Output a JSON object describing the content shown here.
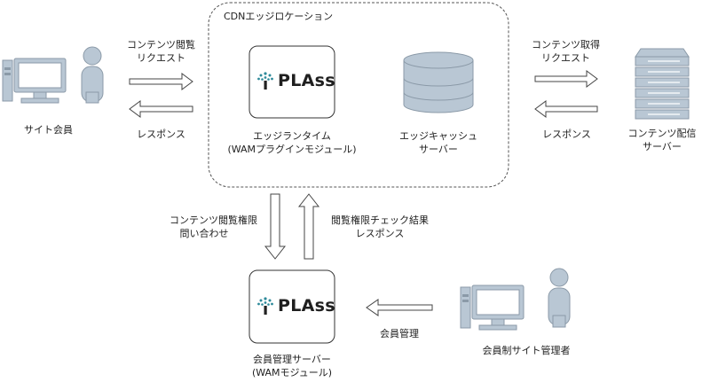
{
  "cdn_zone": {
    "title": "CDNエッジロケーション"
  },
  "site_member": {
    "label": "サイト会員"
  },
  "content_request": {
    "line1": "コンテンツ閲覧",
    "line2": "リクエスト"
  },
  "response_left": {
    "label": "レスポンス"
  },
  "edge_runtime": {
    "logo_text": "PLAss",
    "line1": "エッジランタイム",
    "line2": "(WAMプラグインモジュール)"
  },
  "edge_cache": {
    "line1": "エッジキャッシュ",
    "line2": "サーバー"
  },
  "content_fetch": {
    "line1": "コンテンツ取得",
    "line2": "リクエスト"
  },
  "response_right": {
    "label": "レスポンス"
  },
  "content_server": {
    "line1": "コンテンツ配信",
    "line2": "サーバー"
  },
  "permission_query": {
    "line1": "コンテンツ閲覧権限",
    "line2": "問い合わせ"
  },
  "permission_result": {
    "line1": "閲覧権限チェック結果",
    "line2": "レスポンス"
  },
  "member_server": {
    "logo_text": "PLAss",
    "line1": "会員管理サーバー",
    "line2": "(WAMモジュール)"
  },
  "member_management": {
    "label": "会員管理"
  },
  "site_admin": {
    "label": "会員制サイト管理者"
  },
  "colors": {
    "icon_fill": "#b9c7d4",
    "icon_stroke": "#8b9aa8",
    "logo_dots": "#2e8a9a"
  }
}
